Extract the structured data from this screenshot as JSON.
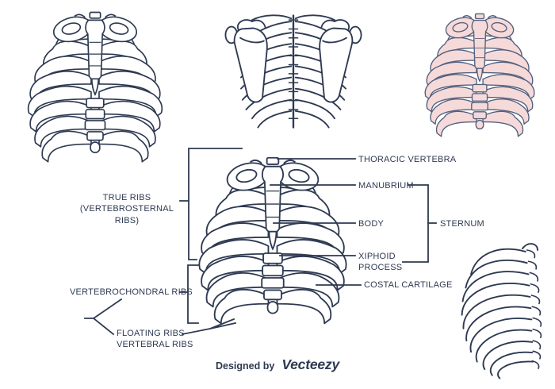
{
  "labels": {
    "thoracic_vertebra": "THORACIC VERTEBRA",
    "manubrium": "MANUBRIUM",
    "body": "BODY",
    "sternum": "STERNUM",
    "xiphoid_process": "XIPHOID\nPROCESS",
    "costal_cartilage": "COSTAL CARTILAGE",
    "true_ribs": "TRUE RIBS\n(VERTEBROSTERNAL RIBS)",
    "vertebrochondral_ribs": "VERTEBROCHONDRAL RIBS",
    "floating_ribs": "FLOATING RIBS\nVERTEBRAL RIBS"
  },
  "footer": {
    "designed_by": "Designed by",
    "brand": "Vecteezy"
  },
  "colors": {
    "line": "#2E3A52",
    "pink_fill": "#F6DAD9",
    "background": "#FFFFFF"
  }
}
